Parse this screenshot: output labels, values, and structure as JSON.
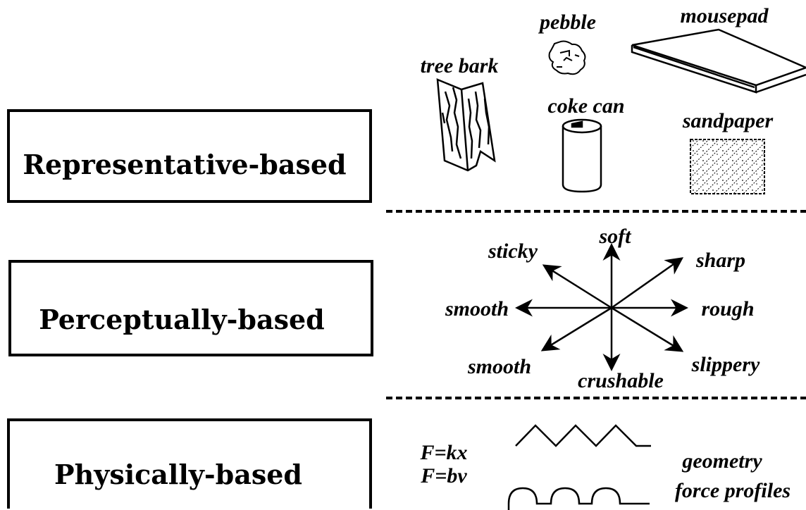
{
  "categories": {
    "representative": {
      "title": "Representative-based"
    },
    "perceptual": {
      "title": "Perceptually-based"
    },
    "physical": {
      "title": "Physically-based"
    }
  },
  "representative_items": {
    "pebble": "pebble",
    "mousepad": "mousepad",
    "tree_bark": "tree bark",
    "coke_can": "coke can",
    "sandpaper": "sandpaper"
  },
  "perceptual_axes": {
    "soft": "soft",
    "sticky": "sticky",
    "sharp": "sharp",
    "smooth_left": "smooth",
    "rough": "rough",
    "smooth_lower": "smooth",
    "crushable": "crushable",
    "slippery": "slippery"
  },
  "physical_items": {
    "equation_1": "F=kx",
    "equation_2": "F=bv",
    "geometry": "geometry",
    "force_profiles": "force profiles"
  }
}
